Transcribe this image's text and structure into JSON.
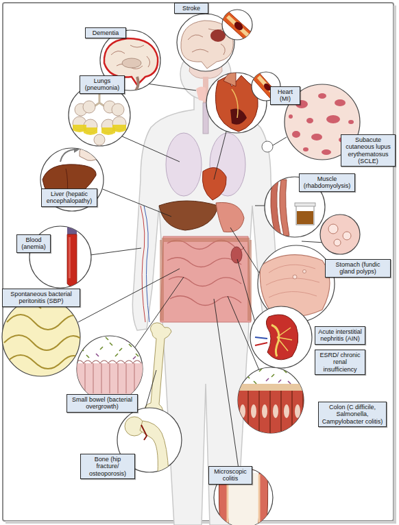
{
  "diagram": {
    "nodes": [
      {
        "text": [
          "Stroke"
        ]
      },
      {
        "text": [
          "Dementia"
        ]
      },
      {
        "text": [
          "Lungs (pneumonia)"
        ]
      },
      {
        "text": [
          "Heart (MI)"
        ]
      },
      {
        "text": [
          "Subacute cutaneous lupus erythematosus (SCLE)"
        ]
      },
      {
        "text": [
          "Muscle (rhabdomyolysis)"
        ]
      },
      {
        "text": [
          "Liver (hepatic encephalopathy)"
        ]
      },
      {
        "text": [
          "Blood (anemia)"
        ]
      },
      {
        "text": [
          "Stomach (fundic gland polyps)"
        ]
      },
      {
        "text": [
          "Spontaneous bacterial peritonitis (SBP)"
        ]
      },
      {
        "text": [
          "Acute interstitial nephritis (AIN)"
        ]
      },
      {
        "text": [
          "ESRD/ chronic renal insufficiency"
        ]
      },
      {
        "text": [
          "Small bowel (bacterial overgrowth)"
        ]
      },
      {
        "text": [
          "Colon (C difficile, Salmonella, Campylobacter colitis)"
        ]
      },
      {
        "text": [
          "Bone (hip fracture/ osteoporosis)"
        ]
      },
      {
        "text": [
          "Microscopic colitis"
        ]
      }
    ]
  }
}
